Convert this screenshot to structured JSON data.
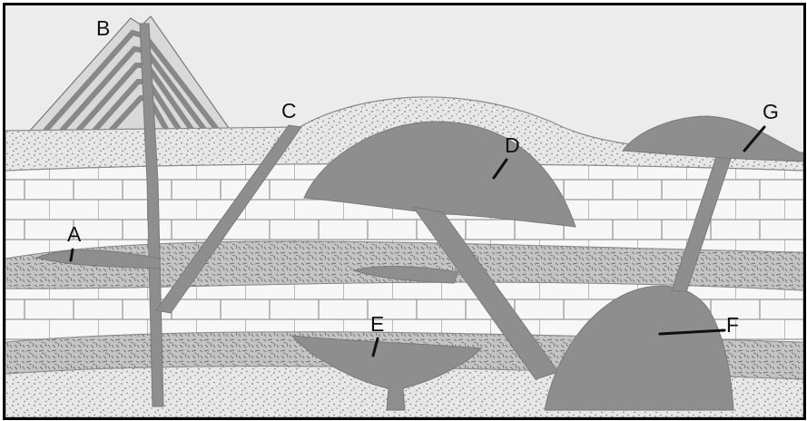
{
  "diagram": {
    "labels": {
      "a": "A",
      "b": "B",
      "c": "C",
      "d": "D",
      "e": "E",
      "f": "F",
      "g": "G"
    },
    "colors": {
      "background": "#ececec",
      "igneous_rock": "#8e8e8e",
      "sandstone": "#e7e7e7",
      "limestone": "#f7f7f7",
      "shale": "#c4c4c4",
      "outline": "#7a7a7a",
      "frame": "#000000"
    }
  }
}
